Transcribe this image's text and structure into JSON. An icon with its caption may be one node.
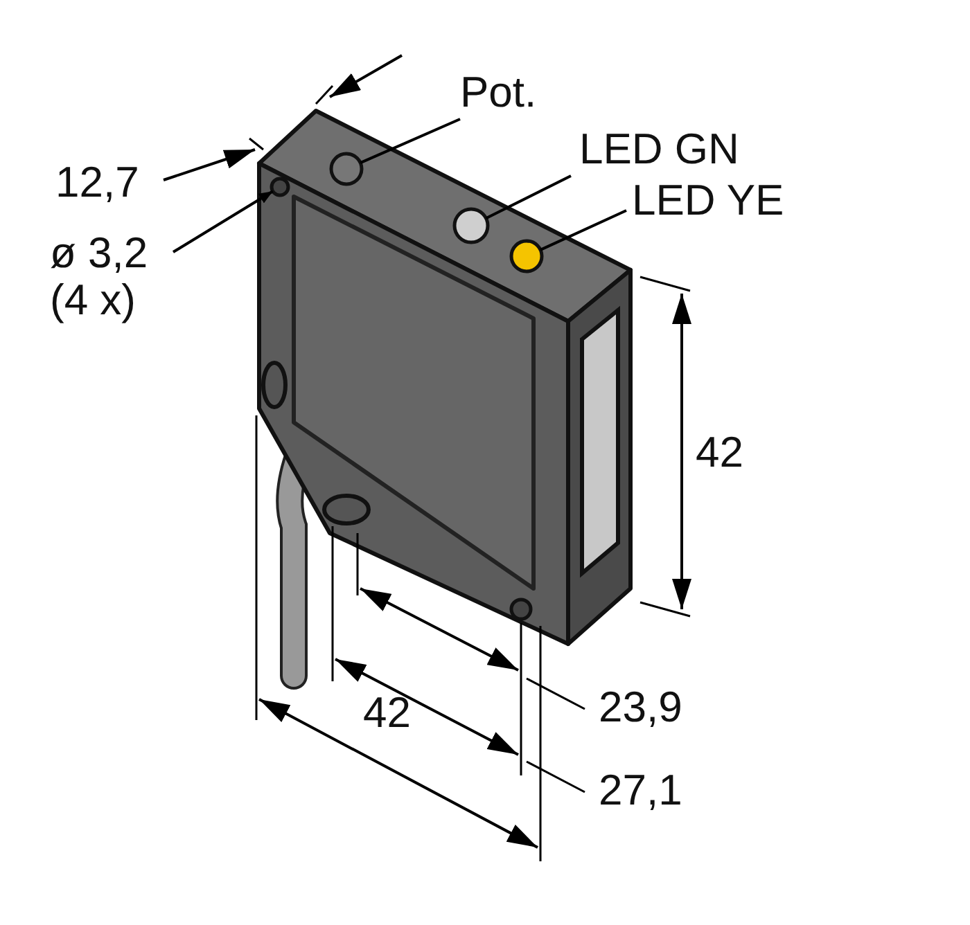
{
  "diagram": {
    "nodes": [
      {
        "text": [
          "Pot."
        ]
      },
      {
        "text": [],
        "shape": "circle"
      },
      {
        "text": [
          "LED GN"
        ]
      },
      {
        "text": [],
        "shape": "circle"
      },
      {
        "text": [
          "LED YE"
        ]
      },
      {
        "text": [],
        "shape": "circle"
      },
      {
        "text": [
          "ø 3,2 (4 x)"
        ]
      },
      {
        "text": [],
        "shape": "circle"
      }
    ],
    "edges": [
      {
        "from": 0,
        "to": 1,
        "arrow": "none"
      },
      {
        "from": 2,
        "to": 3,
        "arrow": "none"
      },
      {
        "from": 4,
        "to": 5,
        "arrow": "none"
      },
      {
        "from": 6,
        "to": 7,
        "arrow": "to"
      }
    ],
    "labels": [
      "12,7",
      "42",
      "23,9",
      "42",
      "27,1"
    ]
  }
}
